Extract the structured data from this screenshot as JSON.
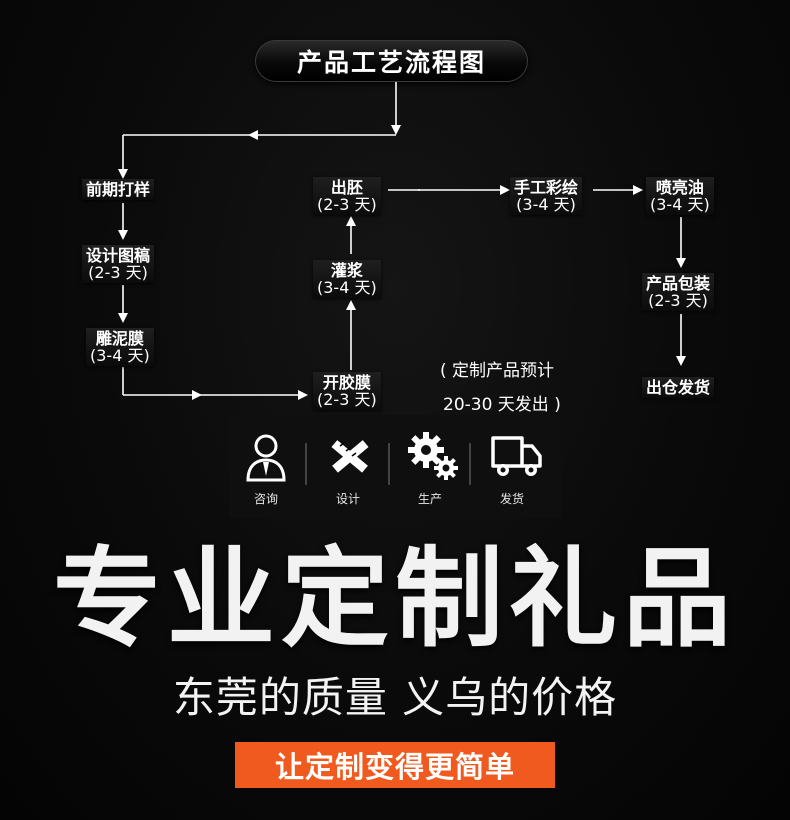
{
  "title": "产品工艺流程图",
  "steps": {
    "s1": {
      "name": "前期打样",
      "days": ""
    },
    "s2": {
      "name": "设计图稿",
      "days": "(2-3 天)"
    },
    "s3": {
      "name": "雕泥膜",
      "days": "(3-4 天)"
    },
    "s4": {
      "name": "开胶膜",
      "days": "(2-3 天)"
    },
    "s5": {
      "name": "灌浆",
      "days": "(3-4 天)"
    },
    "s6": {
      "name": "出胚",
      "days": "(2-3 天)"
    },
    "s7": {
      "name": "手工彩绘",
      "days": "(3-4 天)"
    },
    "s8": {
      "name": "喷亮油",
      "days": "(3-4 天)"
    },
    "s9": {
      "name": "产品包装",
      "days": "(2-3 天)"
    },
    "s10": {
      "name": "出仓发货",
      "days": ""
    }
  },
  "estimate": {
    "line1": "( 定制产品预计",
    "line2": "20-30 天发出 )"
  },
  "services": [
    {
      "label": "咨询",
      "icon": "consultant-icon"
    },
    {
      "label": "设计",
      "icon": "design-tools-icon"
    },
    {
      "label": "生产",
      "icon": "gears-icon"
    },
    {
      "label": "发货",
      "icon": "delivery-truck-icon"
    }
  ],
  "headline": "专业定制礼品",
  "tagline": "东莞的质量  义乌的价格",
  "cta": "让定制变得更简单",
  "colors": {
    "accent": "#f05a1e",
    "background": "#050505",
    "text": "#ffffff"
  }
}
